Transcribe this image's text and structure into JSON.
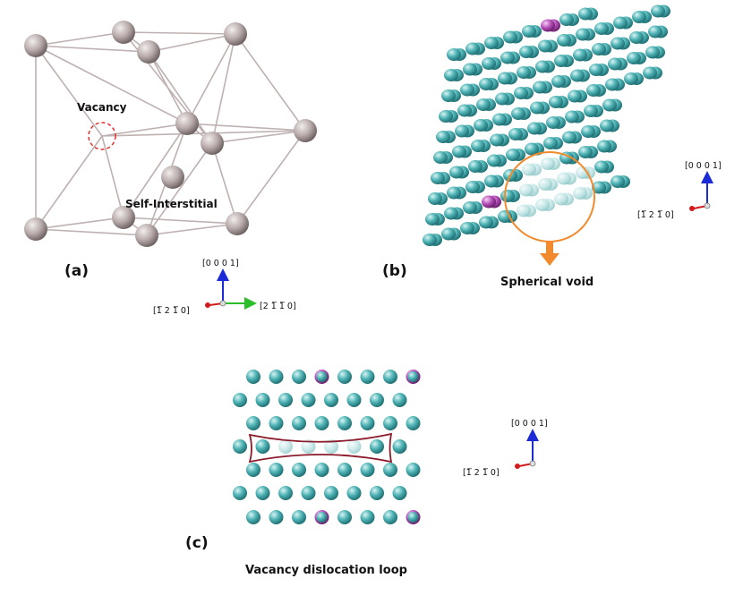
{
  "panels": {
    "a": {
      "label": "(a)",
      "vacancy_label": "Vacancy",
      "interstitial_label": "Self-Interstitial",
      "axes": {
        "up": "[0 0 0 1]",
        "left": "[1̅ 2 1̅ 0]",
        "right": "[2 1̅ 1̅ 0]"
      }
    },
    "b": {
      "label": "(b)",
      "caption": "Spherical void",
      "axes": {
        "up": "[0 0 0 1]",
        "left": "[1̅ 2 1̅ 0]"
      }
    },
    "c": {
      "label": "(c)",
      "caption": "Vacancy dislocation loop",
      "axes": {
        "up": "[0 0 0 1]",
        "left": "[1̅ 2 1̅ 0]"
      }
    }
  },
  "colors": {
    "atom_gray": "#b8abab",
    "atom_teal": "#56b7b7",
    "atom_magenta": "#b04bb3",
    "bond": "#bfb1b1",
    "vacancy_dash": "#e03030",
    "void_outline": "#f08a2c",
    "loop_outline": "#8b1a2a",
    "axis_red": "#d21c1c",
    "axis_blue": "#1b2bd8",
    "axis_green": "#2bbf2b"
  }
}
